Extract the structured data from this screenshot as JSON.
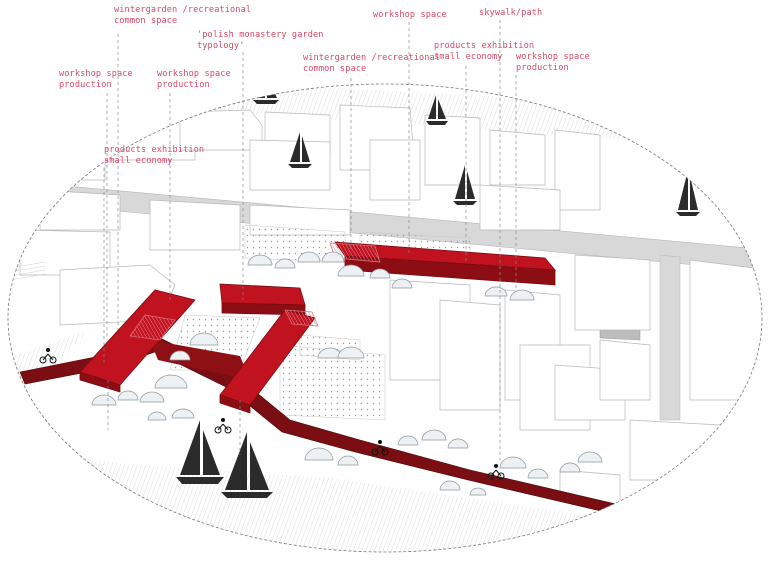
{
  "colors": {
    "label": "#d64a64",
    "path_red": "#c1121f",
    "path_dark": "#6e0b0e",
    "path_light": "#f0a3a9",
    "building_line": "#b8b8b8",
    "road": "#d5d5d5",
    "tree_fill": "#eef1f3",
    "boat": "#2b2b2b"
  },
  "icons": [
    "sailboat-icon",
    "cyclist-icon",
    "tree-canopy-icon"
  ],
  "labels": {
    "wintergarden_1": [
      "wintergarden /recreational",
      "common space"
    ],
    "polish_monastery": [
      "'polish monastery garden",
      "typology'"
    ],
    "workshop_top": "workshop space",
    "skywalk": "skywalk/path",
    "wintergarden_2": [
      "wintergarden /recreational",
      "common space"
    ],
    "products_right": [
      "products exhibition",
      "small economy"
    ],
    "workshop_right": [
      "workshop space",
      "production"
    ],
    "workshop_left": [
      "workshop space",
      "production"
    ],
    "workshop_mid": [
      "workshop space",
      "production"
    ],
    "products_left": [
      "products exhibition",
      "small economy"
    ]
  }
}
